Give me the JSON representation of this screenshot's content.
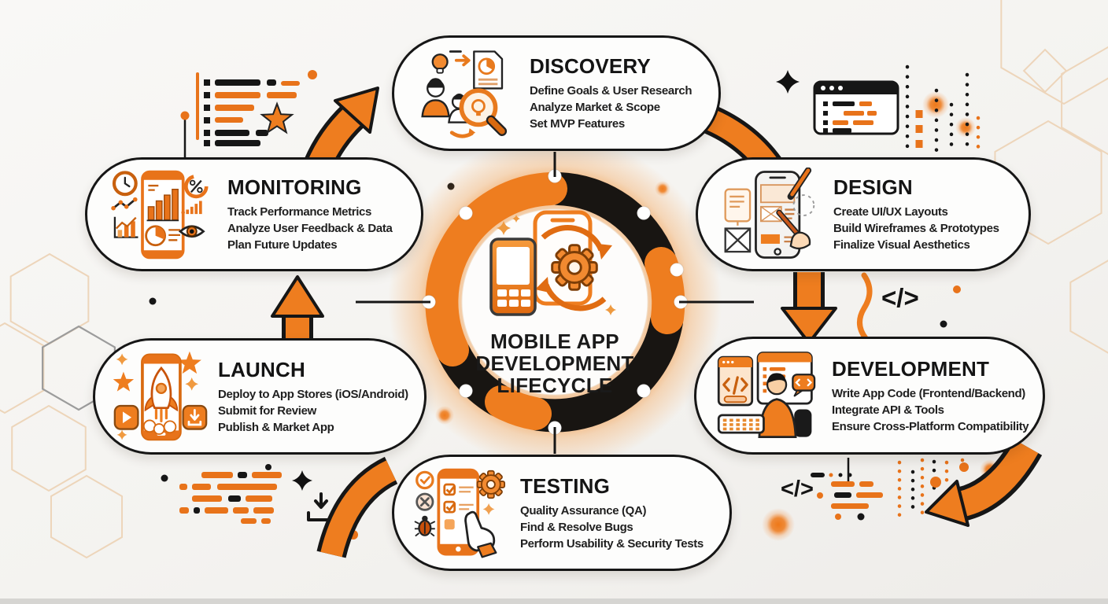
{
  "title": "Mobile App Development Lifecycle",
  "center": {
    "line1": "MOBILE APP",
    "line2": "DEVELOPMENT",
    "line3": "LIFECYCLE"
  },
  "stages": [
    {
      "id": "discovery",
      "title": "DISCOVERY",
      "lines": [
        "Define Goals & User Research",
        "Analyze Market & Scope",
        "Set MVP Features"
      ]
    },
    {
      "id": "design",
      "title": "DESIGN",
      "lines": [
        "Create UI/UX Layouts",
        "Build Wireframes & Prototypes",
        "Finalize Visual Aesthetics"
      ]
    },
    {
      "id": "development",
      "title": "DEVELOPMENT",
      "lines": [
        "Write App Code (Frontend/Backend)",
        "Integrate API & Tools",
        "Ensure Cross-Platform Compatibility"
      ]
    },
    {
      "id": "testing",
      "title": "TESTING",
      "lines": [
        "Quality Assurance (QA)",
        "Find & Resolve Bugs",
        "Perform Usability & Security Tests"
      ]
    },
    {
      "id": "launch",
      "title": "LAUNCH",
      "lines": [
        "Deploy to App Stores (iOS/Android)",
        "Submit for Review",
        "Publish & Market App"
      ]
    },
    {
      "id": "monitoring",
      "title": "MONITORING",
      "lines": [
        "Track Performance Metrics",
        "Analyze User Feedback & Data",
        "Plan Future Updates"
      ]
    }
  ],
  "decorations": {
    "code_symbol": "</>"
  },
  "colors": {
    "orange": "#EE7D1F",
    "orange_dark": "#C8600E",
    "black": "#161616",
    "card_bg": "#FDFDFC",
    "background": "#F5F4F2",
    "hex_stroke": "#EDD5BA",
    "hex_gray": "#9C9C9C"
  }
}
